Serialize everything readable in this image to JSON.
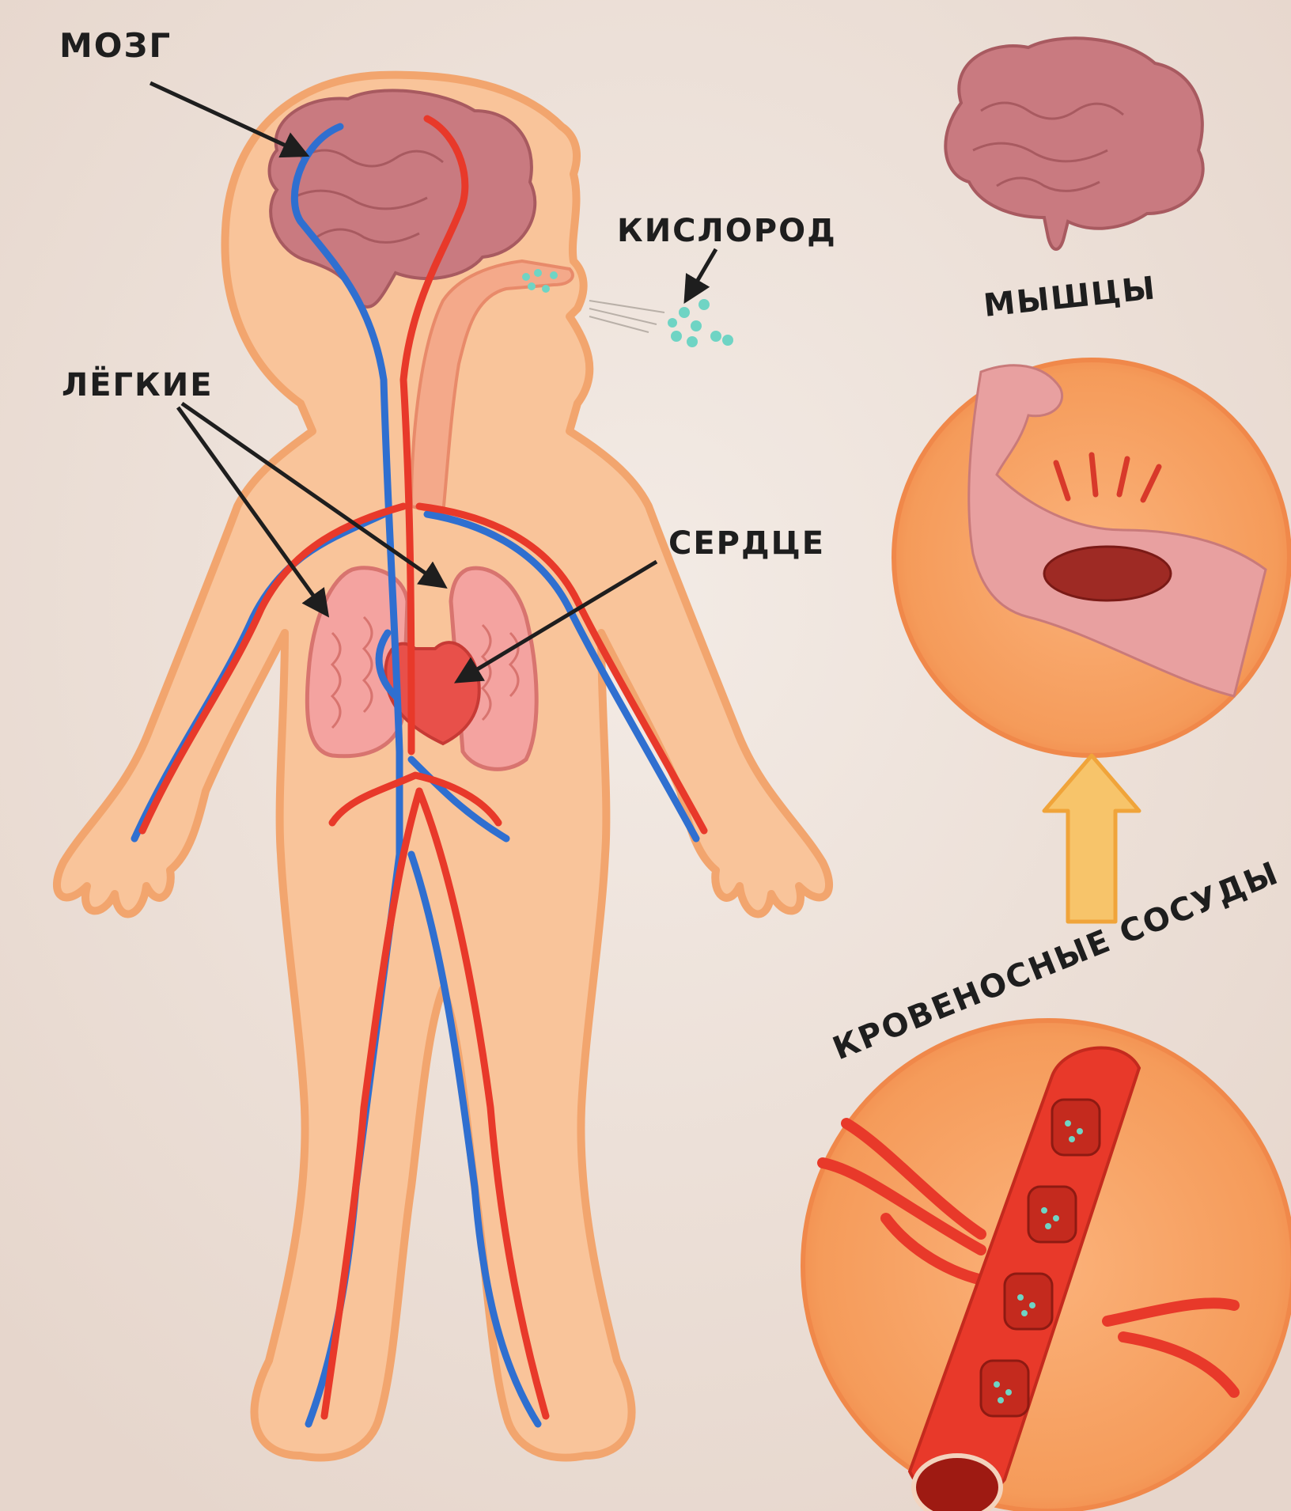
{
  "labels": {
    "brain": "МОЗГ",
    "oxygen": "КИСЛОРОД",
    "lungs": "ЛЁГКИЕ",
    "heart": "СЕРДЦЕ",
    "muscles": "МЫШЦЫ",
    "vessels": "КРОВЕНОСНЫЕ СОСУДЫ"
  },
  "colors": {
    "background": "#efe4dc",
    "skin": "#f9c49a",
    "skin_outline": "#f2a56e",
    "artery": "#e8392a",
    "vein": "#2f6fd0",
    "brain": "#c97a80",
    "circle_fill": "#f7a061",
    "arrow": "#f5b54a",
    "oxygen": "#6fd4c4"
  }
}
